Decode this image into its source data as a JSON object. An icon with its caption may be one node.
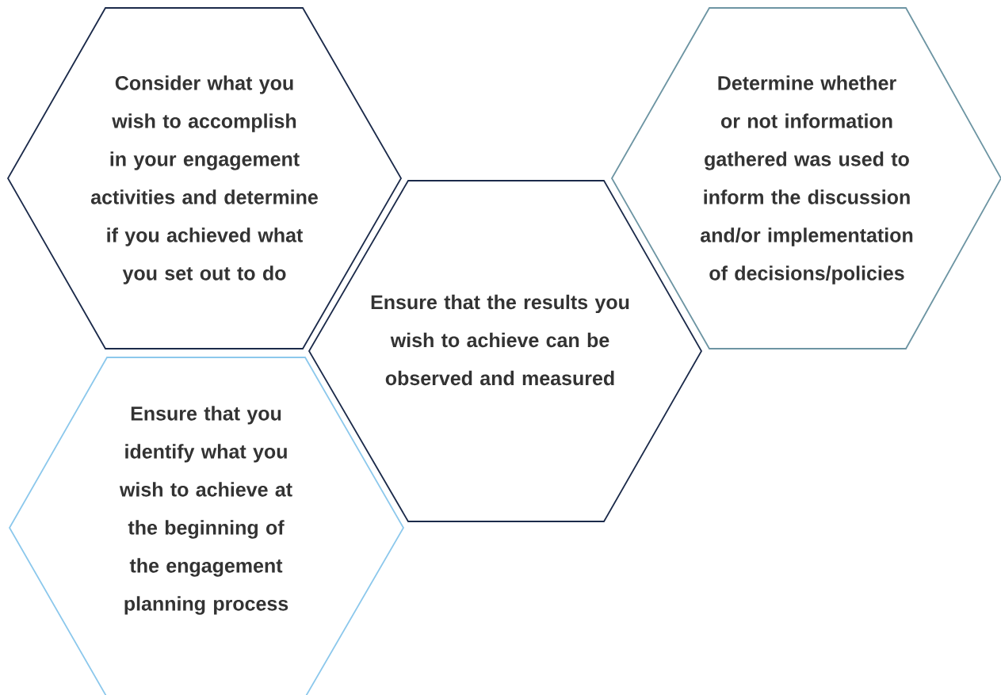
{
  "diagram": {
    "nodes": [
      {
        "text": [
          "Consider what you wish to accomplish in your engagement activities and determine if you achieved what you set out to do"
        ]
      },
      {
        "text": [
          "Determine whether or not information gathered was used to inform the discussion and/or implementation of decisions/policies"
        ]
      },
      {
        "text": [
          "Ensure that the results you wish to achieve can be observed and measured"
        ]
      },
      {
        "text": [
          "Ensure that you identify what you wish to achieve at the beginning of the engagement planning process"
        ]
      }
    ]
  }
}
